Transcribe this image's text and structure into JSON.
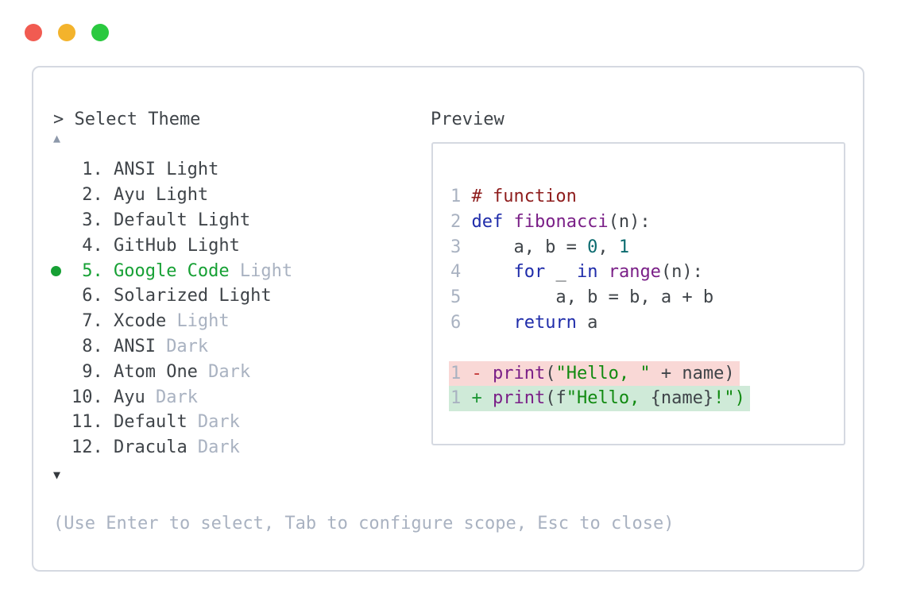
{
  "window": {
    "controls": [
      "close",
      "minimize",
      "zoom"
    ]
  },
  "colors": {
    "text": "#3f4449",
    "dim": "#a9b2c1",
    "green": "#16a034",
    "kwd": "#1f2caa",
    "typ": "#7a1f87",
    "com": "#8e1c1c",
    "str": "#118a11",
    "lit": "#0b6b6f",
    "minus": "#c23434",
    "plus": "#1d9634",
    "bg-removed": "#f9d8d6",
    "bg-added": "#cfead8",
    "border": "#d5d9e1",
    "tl-red": "#f15b51",
    "tl-yellow": "#f3b32c",
    "tl-green": "#2ac93f",
    "arrow-dim": "#8d98aa",
    "arrow-dark": "#34383d"
  },
  "selector": {
    "prompt": "> Select Theme",
    "scroll_up_icon": "▲",
    "scroll_down_icon": "▼",
    "hint": "(Use Enter to select, Tab to configure scope, Esc to close)",
    "items": [
      {
        "number": "1.",
        "name": "ANSI",
        "suffix": "Light",
        "dim_suffix": false,
        "selected": false
      },
      {
        "number": "2.",
        "name": "Ayu",
        "suffix": "Light",
        "dim_suffix": false,
        "selected": false
      },
      {
        "number": "3.",
        "name": "Default",
        "suffix": "Light",
        "dim_suffix": false,
        "selected": false
      },
      {
        "number": "4.",
        "name": "GitHub",
        "suffix": "Light",
        "dim_suffix": false,
        "selected": false
      },
      {
        "number": "5.",
        "name": "Google Code",
        "suffix": "Light",
        "dim_suffix": true,
        "selected": true
      },
      {
        "number": "6.",
        "name": "Solarized",
        "suffix": "Light",
        "dim_suffix": false,
        "selected": false
      },
      {
        "number": "7.",
        "name": "Xcode",
        "suffix": "Light",
        "dim_suffix": true,
        "selected": false
      },
      {
        "number": "8.",
        "name": "ANSI",
        "suffix": "Dark",
        "dim_suffix": true,
        "selected": false
      },
      {
        "number": "9.",
        "name": "Atom One",
        "suffix": "Dark",
        "dim_suffix": true,
        "selected": false
      },
      {
        "number": "10.",
        "name": "Ayu",
        "suffix": "Dark",
        "dim_suffix": true,
        "selected": false
      },
      {
        "number": "11.",
        "name": "Default",
        "suffix": "Dark",
        "dim_suffix": true,
        "selected": false
      },
      {
        "number": "12.",
        "name": "Dracula",
        "suffix": "Dark",
        "dim_suffix": true,
        "selected": false
      }
    ]
  },
  "preview": {
    "label": "Preview",
    "lines": [
      {
        "num": "1",
        "bg": "none",
        "tokens": [
          {
            "t": "# function",
            "c": "com"
          }
        ]
      },
      {
        "num": "2",
        "bg": "none",
        "tokens": [
          {
            "t": "def",
            "c": "kwd"
          },
          {
            "t": " ",
            "c": "pln"
          },
          {
            "t": "fibonacci",
            "c": "typ"
          },
          {
            "t": "(n):",
            "c": "pln"
          }
        ]
      },
      {
        "num": "3",
        "bg": "none",
        "tokens": [
          {
            "t": "    a, b = ",
            "c": "pln"
          },
          {
            "t": "0",
            "c": "lit"
          },
          {
            "t": ", ",
            "c": "pln"
          },
          {
            "t": "1",
            "c": "lit"
          }
        ]
      },
      {
        "num": "4",
        "bg": "none",
        "tokens": [
          {
            "t": "    ",
            "c": "pln"
          },
          {
            "t": "for",
            "c": "kwd"
          },
          {
            "t": " _ ",
            "c": "pln"
          },
          {
            "t": "in",
            "c": "kwd"
          },
          {
            "t": " ",
            "c": "pln"
          },
          {
            "t": "range",
            "c": "typ"
          },
          {
            "t": "(n):",
            "c": "pln"
          }
        ]
      },
      {
        "num": "5",
        "bg": "none",
        "tokens": [
          {
            "t": "        a, b = b, a + b",
            "c": "pln"
          }
        ]
      },
      {
        "num": "6",
        "bg": "none",
        "tokens": [
          {
            "t": "    ",
            "c": "pln"
          },
          {
            "t": "return",
            "c": "kwd"
          },
          {
            "t": " a",
            "c": "pln"
          }
        ]
      },
      {
        "num": "",
        "bg": "none",
        "tokens": []
      },
      {
        "num": "1",
        "bg": "removed",
        "tokens": [
          {
            "t": "- ",
            "c": "minus"
          },
          {
            "t": "print",
            "c": "typ"
          },
          {
            "t": "(",
            "c": "pln"
          },
          {
            "t": "\"Hello, \"",
            "c": "str"
          },
          {
            "t": " + name)",
            "c": "pln"
          }
        ]
      },
      {
        "num": "1",
        "bg": "added",
        "tokens": [
          {
            "t": "+ ",
            "c": "plus"
          },
          {
            "t": "print",
            "c": "typ"
          },
          {
            "t": "(f",
            "c": "pln"
          },
          {
            "t": "\"Hello, ",
            "c": "str"
          },
          {
            "t": "{name}",
            "c": "pln"
          },
          {
            "t": "!\")",
            "c": "str"
          }
        ]
      }
    ]
  }
}
